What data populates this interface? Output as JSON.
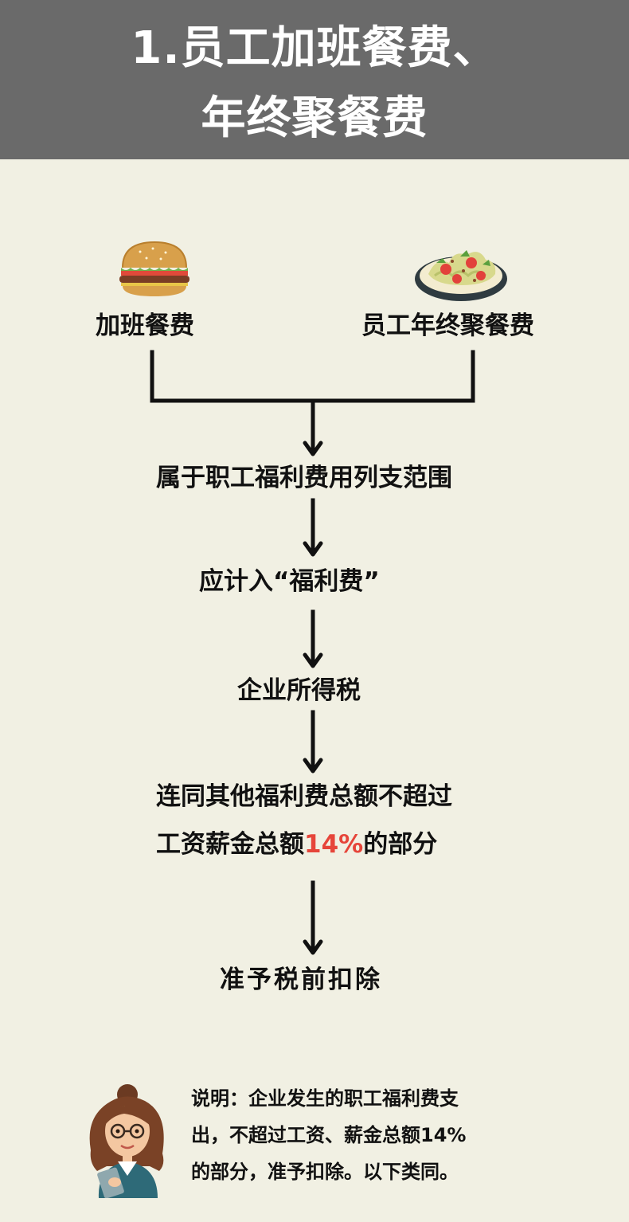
{
  "header": {
    "title_line1": "1.员工加班餐费、",
    "title_line2": "年终聚餐费"
  },
  "diagram": {
    "source_left": {
      "label": "加班餐费",
      "icon": "burger-icon"
    },
    "source_right": {
      "label": "员工年终聚餐费",
      "icon": "salad-plate-icon"
    },
    "steps": [
      "属于职工福利费用列支范围",
      "应计入“福利费”",
      "企业所得税"
    ],
    "limit_step": {
      "line1": "连同其他福利费总额不超过",
      "line2_prefix": "工资薪金总额",
      "line2_percent": "14%",
      "line2_suffix": "的部分"
    },
    "final_step": "准予税前扣除"
  },
  "note": {
    "avatar": "woman-with-glasses-avatar",
    "text_line1": "说明：企业发生的职工福利费支",
    "text_line2": "出，不超过工资、薪金总额14%",
    "text_line3": "的部分，准予扣除。以下类同。"
  },
  "colors": {
    "background": "#f1f0e3",
    "header": "#6a6a6a",
    "highlight": "#e6453a"
  }
}
